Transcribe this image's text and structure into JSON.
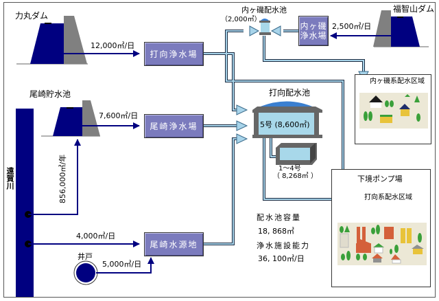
{
  "sources": {
    "rikimaru_dam": {
      "label": "力丸ダム",
      "flow": "12,000㎥/日"
    },
    "fukuchiyama_dam": {
      "label": "福智山ダム",
      "flow": "2,500㎥/日"
    },
    "ozaki_reservoir": {
      "label": "尾崎貯水池",
      "flow": "7,600㎥/日"
    },
    "onga_river": {
      "label": "遠賀川",
      "to_reservoir_flow": "856,000㎥/年",
      "to_source_flow": "4,000㎥/日"
    },
    "well": {
      "label": "井戸",
      "flow": "5,000㎥/日"
    }
  },
  "plants": {
    "uchigata": {
      "label": "打向浄水場"
    },
    "ozaki": {
      "label": "尾崎浄水場"
    },
    "ozaki_source": {
      "label": "尾崎水源地"
    },
    "uchigaiso": {
      "label_line1": "内ヶ磯",
      "label_line2": "浄水場"
    }
  },
  "distribution_tanks": {
    "uchigaiso": {
      "label": "内ヶ磯配水池",
      "capacity": "（2,000㎥）"
    },
    "uchigata": {
      "label": "打向配水池",
      "tank5": "5号 (8,600㎥)",
      "tank1_4_line1": "1～4号",
      "tank1_4_line2": "（ 8,268㎥ ）"
    }
  },
  "areas": {
    "uchigaiso_area": {
      "label": "内ヶ磯系配水区域"
    },
    "pump_station": {
      "label": "下境ポンプ場"
    },
    "uchigata_area": {
      "label": "打向系配水区域"
    }
  },
  "summary": {
    "capacity_label": "配水池容量",
    "capacity_value": "18, 868㎥",
    "plant_capacity_label": "浄水施設能力",
    "plant_capacity_value": "36, 100㎥/日"
  },
  "colors": {
    "dam_water": "#000080",
    "dam_wall": "#808080",
    "plant_box": "#7b7bbd",
    "pipe": "#a8d4ea",
    "tank_water": "#a8d8ea",
    "tank_roof": "#3a7fd0"
  }
}
